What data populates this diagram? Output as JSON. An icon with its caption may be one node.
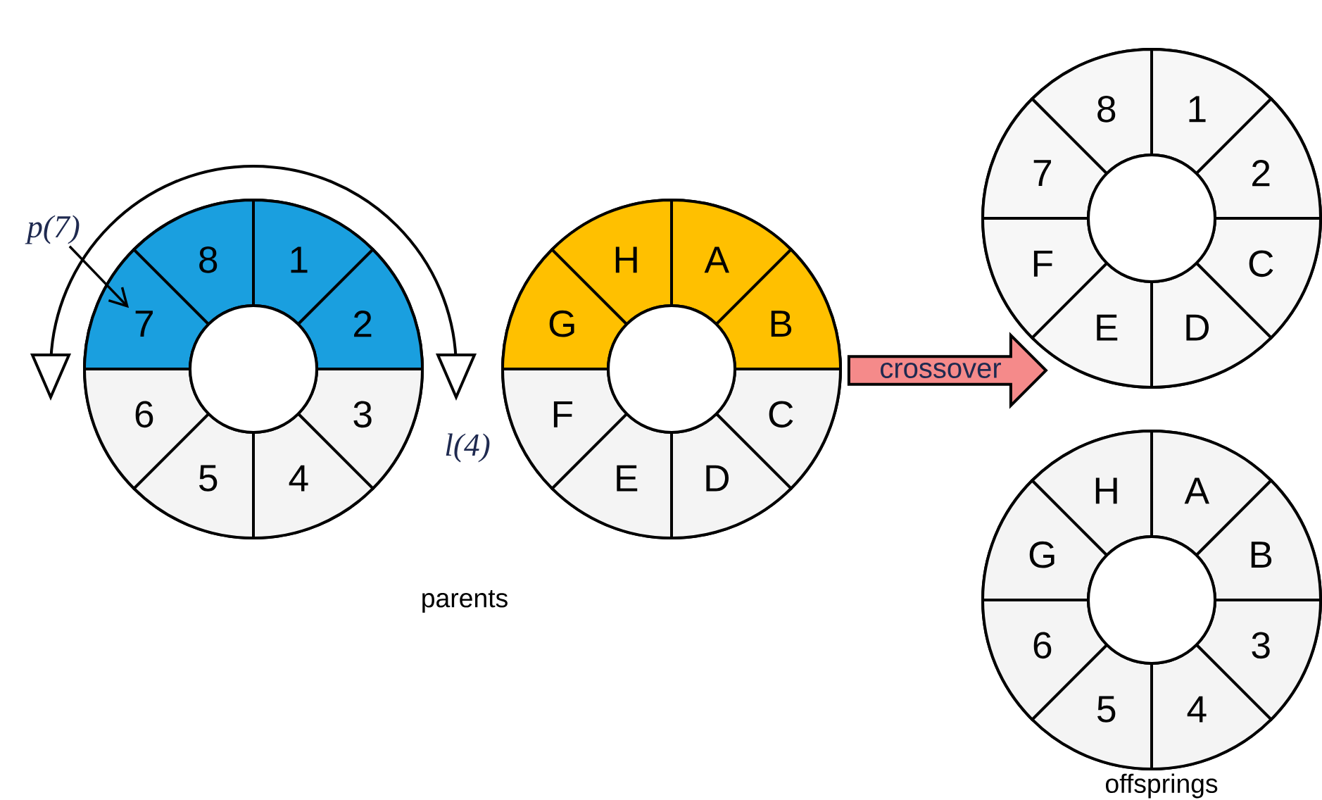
{
  "diagram": {
    "nodes": [
      {
        "text": [],
        "shape": "circle"
      },
      {
        "text": [
          "1"
        ],
        "in": 0
      },
      {
        "text": [
          "2"
        ],
        "in": 0
      },
      {
        "text": [
          "3"
        ],
        "in": 0
      },
      {
        "text": [
          "4"
        ],
        "in": 0
      },
      {
        "text": [
          "5"
        ],
        "in": 0
      },
      {
        "text": [
          "6"
        ],
        "in": 0
      },
      {
        "text": [
          "7"
        ],
        "in": 0
      },
      {
        "text": [
          "8"
        ],
        "in": 0
      },
      {
        "text": [],
        "shape": "circle"
      },
      {
        "text": [
          "A"
        ],
        "in": 9
      },
      {
        "text": [
          "B"
        ],
        "in": 9
      },
      {
        "text": [
          "C"
        ],
        "in": 9
      },
      {
        "text": [
          "D"
        ],
        "in": 9
      },
      {
        "text": [
          "E"
        ],
        "in": 9
      },
      {
        "text": [
          "F"
        ],
        "in": 9
      },
      {
        "text": [
          "G"
        ],
        "in": 9
      },
      {
        "text": [
          "H"
        ],
        "in": 9
      },
      {
        "text": [
          "crossover"
        ]
      },
      {
        "text": [],
        "shape": "circle"
      },
      {
        "text": [
          "1"
        ],
        "in": 19
      },
      {
        "text": [
          "2"
        ],
        "in": 19
      },
      {
        "text": [
          "C"
        ],
        "in": 19
      },
      {
        "text": [
          "D"
        ],
        "in": 19
      },
      {
        "text": [
          "E"
        ],
        "in": 19
      },
      {
        "text": [
          "F"
        ],
        "in": 19
      },
      {
        "text": [
          "7"
        ],
        "in": 19
      },
      {
        "text": [
          "8"
        ],
        "in": 19
      },
      {
        "text": [],
        "shape": "circle"
      },
      {
        "text": [
          "A"
        ],
        "in": 28
      },
      {
        "text": [
          "B"
        ],
        "in": 28
      },
      {
        "text": [
          "3"
        ],
        "in": 28
      },
      {
        "text": [
          "4"
        ],
        "in": 28
      },
      {
        "text": [
          "5"
        ],
        "in": 28
      },
      {
        "text": [
          "6"
        ],
        "in": 28
      },
      {
        "text": [
          "G"
        ],
        "in": 28
      },
      {
        "text": [
          "H"
        ],
        "in": 28
      },
      {
        "text": [
          "*p(7)*"
        ]
      },
      {
        "text": [],
        "shape": "circle",
        "in": 0
      },
      {
        "text": [],
        "shape": "circle",
        "in": 9
      },
      {
        "text": [],
        "shape": "circle",
        "in": 19
      },
      {
        "text": [],
        "shape": "circle",
        "in": 28
      }
    ],
    "edges": [
      {
        "from": 37,
        "to": 7,
        "arrow": "to"
      }
    ],
    "labels": [
      "*l(4)*",
      "parents",
      "offsprings"
    ]
  }
}
